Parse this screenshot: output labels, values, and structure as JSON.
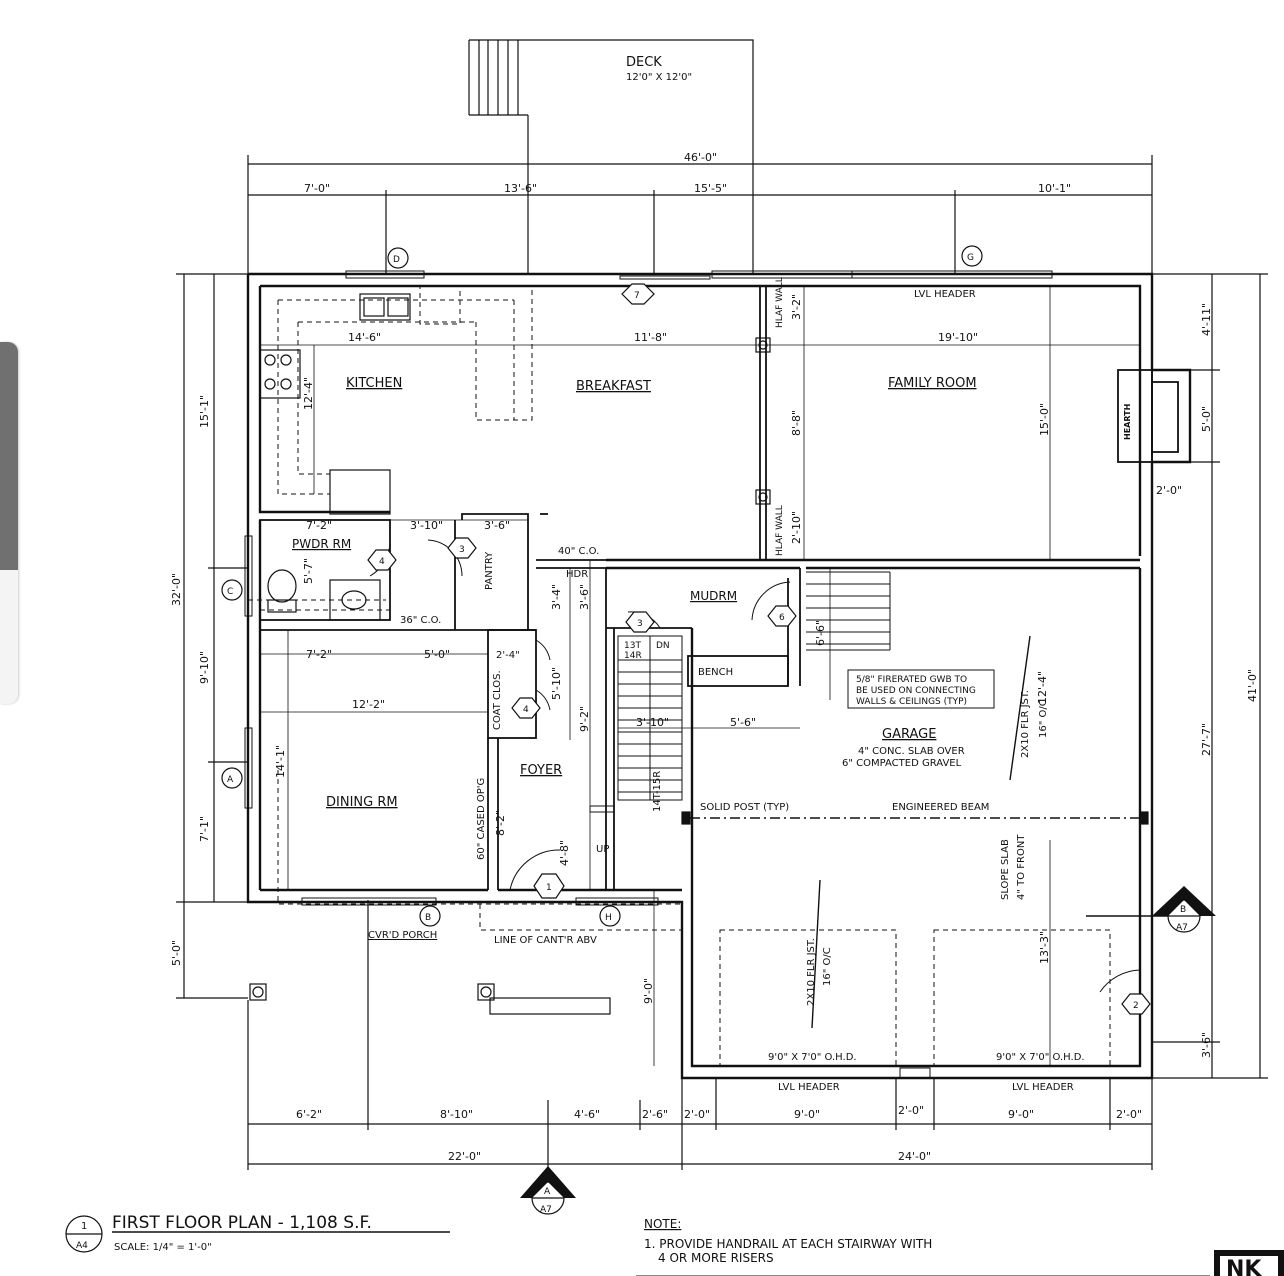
{
  "title": {
    "detail_number": "1",
    "sheet": "A4",
    "text": "FIRST FLOOR PLAN - 1,108 S.F.",
    "scale": "SCALE: 1/4\" = 1'-0\""
  },
  "note": {
    "heading": "NOTE:",
    "line1": "1. PROVIDE HANDRAIL AT EACH STAIRWAY WITH",
    "line2": "4 OR MORE RISERS"
  },
  "logo": "NK",
  "deck": {
    "label": "DECK",
    "size": "12'0\" X 12'0\""
  },
  "rooms": {
    "kitchen": "KITCHEN",
    "breakfast": "BREAKFAST",
    "family": "FAMILY ROOM",
    "pwdr": "PWDR RM",
    "pantry": "PANTRY",
    "mudrm": "MUDRM",
    "bench": "BENCH",
    "coat": "COAT CLOS.",
    "foyer": "FOYER",
    "dining": "DINING RM",
    "garage": "GARAGE",
    "porch": "CVR'D PORCH",
    "hearth": "HEARTH"
  },
  "notes": {
    "lvl_header": "LVL HEADER",
    "hlaf_wall": "HLAF WALL",
    "hdr": "HDR",
    "co40": "40\" C.O.",
    "co36": "36\" C.O.",
    "cased": "60\" CASED OP'G",
    "firerated1": "5/8\" FIRERATED GWB TO",
    "firerated2": "BE USED ON CONNECTING",
    "firerated3": "WALLS & CEILINGS (TYP)",
    "slab1": "4\" CONC. SLAB OVER",
    "slab2": "6\" COMPACTED GRAVEL",
    "joist1a": "2X10 FLR JST.",
    "joist1b": "16\" O/C",
    "joist2a": "2X10 FLR JST.",
    "joist2b": "16\" O/C",
    "solid_post": "SOLID POST (TYP)",
    "beam": "ENGINEERED BEAM",
    "slope1": "SLOPE SLAB",
    "slope2": "4\" TO FRONT",
    "cantilever": "LINE OF CANT'R ABV",
    "ohd1": "9'0\" X 7'0\" O.H.D.",
    "ohd2": "9'0\" X 7'0\" O.H.D.",
    "stair_up_count": "13T",
    "stair_up_risers": "14R",
    "stair_dn": "DN",
    "stair_14t": "14T-15R",
    "up": "UP"
  },
  "dims": {
    "overall_top": "46'-0\"",
    "t1": "7'-0\"",
    "t2": "13'-6\"",
    "t3": "15'-5\"",
    "t4": "10'-1\"",
    "b1": "6'-2\"",
    "b2": "8'-10\"",
    "b3": "4'-6\"",
    "b4": "2'-6\"",
    "b5": "2'-0\"",
    "b6": "9'-0\"",
    "b7": "2'-0\"",
    "b8": "9'-0\"",
    "b9": "2'-0\"",
    "ob1": "22'-0\"",
    "ob2": "24'-0\"",
    "l1": "15'-1\"",
    "l2": "32'-0\"",
    "l3": "9'-10\"",
    "l4": "7'-1\"",
    "l5": "5'-0\"",
    "r1": "4'-11\"",
    "r2": "5'-0\"",
    "r3": "27'-7\"",
    "r4": "41'-0\"",
    "r5": "3'-6\"",
    "r6": "2'-0\"",
    "k1": "14'-6\"",
    "k2": "11'-8\"",
    "k3": "19'-10\"",
    "k4": "12'-4\"",
    "k5": "3'-2\"",
    "k6": "8'-8\"",
    "k7": "2'-10\"",
    "k8": "15'-0\"",
    "p1": "7'-2\"",
    "p2": "3'-10\"",
    "p3": "3'-6\"",
    "p4": "5'-7\"",
    "m1": "3'-4\"",
    "m2": "3'-6\"",
    "m3": "6'-6\"",
    "d1": "7'-2\"",
    "d2": "5'-0\"",
    "d3": "12'-2\"",
    "d4": "14'-1\"",
    "c1": "2'-4\"",
    "c2": "5'-10\"",
    "c3": "9'-2\"",
    "c4": "3'-10\"",
    "c5": "5'-6\"",
    "f1": "8'-2\"",
    "f2": "4'-8\"",
    "g1": "12'-4\"",
    "g2": "13'-3\"",
    "g3": "9'-0\""
  },
  "grid": {
    "d": "D",
    "g": "G",
    "c": "C",
    "a": "A",
    "b": "B",
    "h": "H"
  },
  "doors": {
    "d7": "7",
    "d4a": "4",
    "d3a": "3",
    "d3b": "3",
    "d6": "6",
    "d4b": "4",
    "d1": "1",
    "d2": "2"
  },
  "sections": {
    "sa": "A",
    "sa_sheet": "A7",
    "sb": "B",
    "sb_sheet": "A7"
  }
}
